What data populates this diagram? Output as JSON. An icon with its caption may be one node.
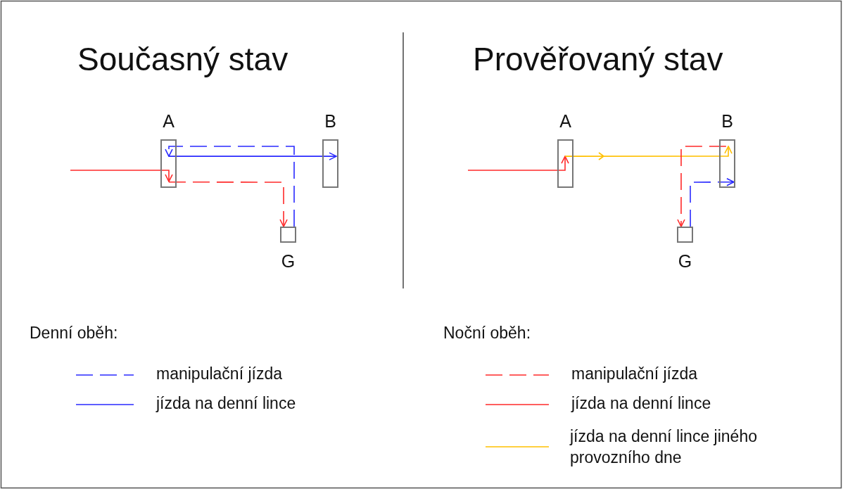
{
  "diagram": {
    "nodes": [
      {
        "text": [
          "A"
        ]
      },
      {
        "text": [
          "B"
        ]
      },
      {
        "text": [
          "G"
        ]
      },
      {
        "text": [
          "A"
        ]
      },
      {
        "text": [
          "B"
        ]
      },
      {
        "text": [
          "G"
        ]
      }
    ],
    "edges": [
      {
        "from": null,
        "to": 0,
        "arrow": "to",
        "color": "#ff2a2a"
      },
      {
        "from": 0,
        "to": 2,
        "arrow": "to",
        "style": "dashed",
        "color": "#ff2a2a"
      },
      {
        "from": 2,
        "to": 0,
        "arrow": "to",
        "style": "dashed",
        "color": "#2a2aff"
      },
      {
        "from": 0,
        "to": 1,
        "arrow": "to",
        "color": "#2a2aff"
      },
      {
        "from": null,
        "to": 3,
        "arrow": "to",
        "color": "#ff2a2a"
      },
      {
        "from": 3,
        "to": 4,
        "arrow": "to",
        "color": "#ffc000"
      },
      {
        "from": 4,
        "to": 5,
        "arrow": "to",
        "style": "dashed",
        "color": "#ff2a2a"
      },
      {
        "from": 5,
        "to": 4,
        "arrow": "to",
        "style": "dashed",
        "color": "#2a2aff"
      }
    ],
    "labels": [
      "Současný stav",
      "Prověřovaný stav",
      "Denní oběh:",
      "Noční oběh:"
    ],
    "legend": [
      {
        "text": "manipulační jízda"
      },
      {
        "text": "jízda na denní lince"
      },
      {
        "text": "manipulační jízda"
      },
      {
        "text": "jízda na denní lince"
      },
      {
        "text": "jízda na denní lince jiného provozního dne"
      }
    ]
  }
}
